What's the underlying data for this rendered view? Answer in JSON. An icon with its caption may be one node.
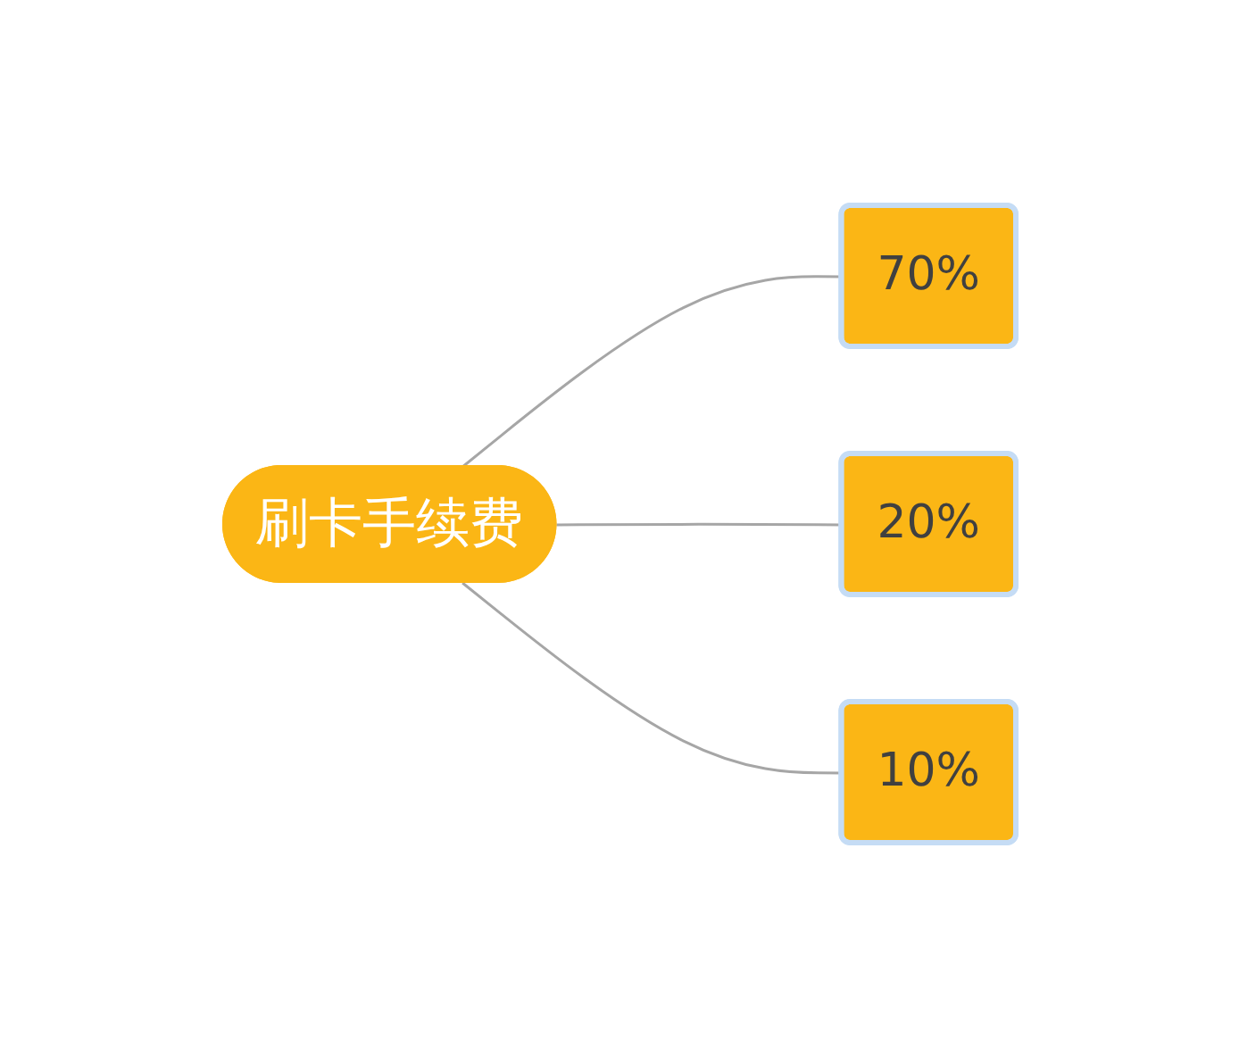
{
  "diagram": {
    "nodes": [
      {
        "text": [
          "刷卡手续费"
        ]
      },
      {
        "text": [
          "70%"
        ]
      },
      {
        "text": [
          "20%"
        ]
      },
      {
        "text": [
          "10%"
        ]
      }
    ],
    "edges": [
      {
        "from": 0,
        "to": 1,
        "arrow": "none"
      },
      {
        "from": 0,
        "to": 2,
        "arrow": "none"
      },
      {
        "from": 0,
        "to": 3,
        "arrow": "none"
      }
    ]
  }
}
